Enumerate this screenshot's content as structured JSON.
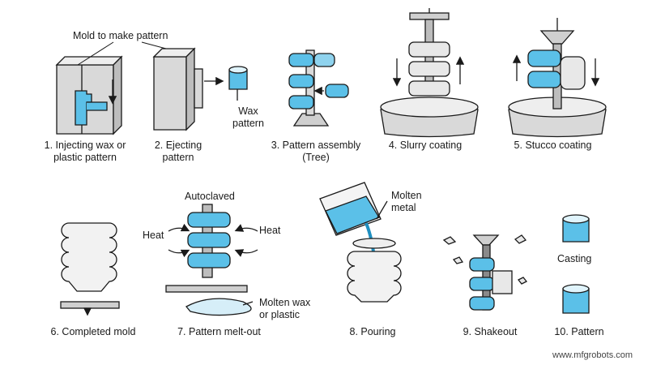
{
  "colors": {
    "blue": "#5bc0e8",
    "blueDark": "#1f8fc0",
    "gray": "#d9d9d9",
    "grayDark": "#8a8a8a",
    "line": "#1a1a1a"
  },
  "top_note": "Mold to make pattern",
  "notes": {
    "wax_pattern_1": "Wax",
    "wax_pattern_2": "pattern",
    "autoclaved": "Autoclaved",
    "heat_left": "Heat",
    "heat_right": "Heat",
    "molten_metal_1": "Molten",
    "molten_metal_2": "metal",
    "molten_wax_1": "Molten wax",
    "molten_wax_2": "or plastic",
    "casting": "Casting"
  },
  "steps": [
    {
      "line1": "1. Injecting wax or",
      "line2": "plastic pattern"
    },
    {
      "line1": "2. Ejecting",
      "line2": "pattern"
    },
    {
      "line1": "3. Pattern assembly",
      "line2": "(Tree)"
    },
    {
      "line1": "4. Slurry coating",
      "line2": ""
    },
    {
      "line1": "5. Stucco coating",
      "line2": ""
    },
    {
      "line1": "6. Completed mold",
      "line2": ""
    },
    {
      "line1": "7. Pattern melt-out",
      "line2": ""
    },
    {
      "line1": "8. Pouring",
      "line2": ""
    },
    {
      "line1": "9. Shakeout",
      "line2": ""
    },
    {
      "line1": "10. Pattern",
      "line2": ""
    }
  ],
  "watermark": "www.mfgrobots.com"
}
